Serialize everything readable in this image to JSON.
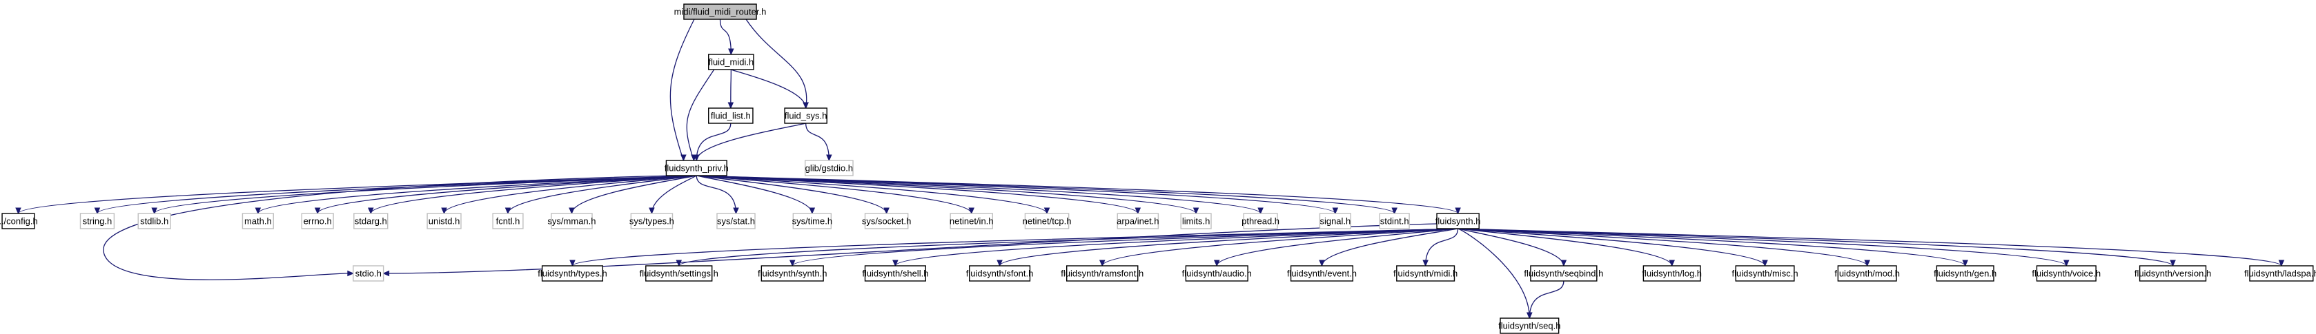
{
  "diagram": {
    "type": "include-dependency-graph",
    "colors": {
      "root_fill": "#bfbfbf",
      "node_fill": "#ffffff",
      "documented_border": "#000000",
      "undocumented_border": "#bfbfbf",
      "edge": "#191970"
    },
    "nodes": [
      {
        "id": "root",
        "label": "midi/fluid_midi_router.h",
        "style": "root"
      },
      {
        "id": "fluid_midi",
        "label": "fluid_midi.h",
        "style": "documented"
      },
      {
        "id": "fluid_list",
        "label": "fluid_list.h",
        "style": "documented"
      },
      {
        "id": "fluid_sys",
        "label": "fluid_sys.h",
        "style": "documented"
      },
      {
        "id": "glib_gstdio",
        "label": "glib/gstdio.h",
        "style": "external"
      },
      {
        "id": "fluidsynth_priv",
        "label": "fluidsynth_priv.h",
        "style": "documented"
      },
      {
        "id": "config",
        "label": "../config.h",
        "style": "documented"
      },
      {
        "id": "string",
        "label": "string.h",
        "style": "external"
      },
      {
        "id": "stdlib",
        "label": "stdlib.h",
        "style": "external"
      },
      {
        "id": "math",
        "label": "math.h",
        "style": "external"
      },
      {
        "id": "errno",
        "label": "errno.h",
        "style": "external"
      },
      {
        "id": "stdarg",
        "label": "stdarg.h",
        "style": "external"
      },
      {
        "id": "unistd",
        "label": "unistd.h",
        "style": "external"
      },
      {
        "id": "fcntl",
        "label": "fcntl.h",
        "style": "external"
      },
      {
        "id": "sys_mman",
        "label": "sys/mman.h",
        "style": "external"
      },
      {
        "id": "sys_types",
        "label": "sys/types.h",
        "style": "external"
      },
      {
        "id": "sys_stat",
        "label": "sys/stat.h",
        "style": "external"
      },
      {
        "id": "sys_time",
        "label": "sys/time.h",
        "style": "external"
      },
      {
        "id": "sys_socket",
        "label": "sys/socket.h",
        "style": "external"
      },
      {
        "id": "netinet_in",
        "label": "netinet/in.h",
        "style": "external"
      },
      {
        "id": "netinet_tcp",
        "label": "netinet/tcp.h",
        "style": "external"
      },
      {
        "id": "arpa_inet",
        "label": "arpa/inet.h",
        "style": "external"
      },
      {
        "id": "limits",
        "label": "limits.h",
        "style": "external"
      },
      {
        "id": "pthread",
        "label": "pthread.h",
        "style": "external"
      },
      {
        "id": "signal",
        "label": "signal.h",
        "style": "external"
      },
      {
        "id": "stdint",
        "label": "stdint.h",
        "style": "external"
      },
      {
        "id": "fluidsynth",
        "label": "fluidsynth.h",
        "style": "documented"
      },
      {
        "id": "stdio",
        "label": "stdio.h",
        "style": "external"
      },
      {
        "id": "fs_types",
        "label": "fluidsynth/types.h",
        "style": "documented"
      },
      {
        "id": "fs_settings",
        "label": "fluidsynth/settings.h",
        "style": "documented"
      },
      {
        "id": "fs_synth",
        "label": "fluidsynth/synth.h",
        "style": "documented"
      },
      {
        "id": "fs_shell",
        "label": "fluidsynth/shell.h",
        "style": "documented"
      },
      {
        "id": "fs_sfont",
        "label": "fluidsynth/sfont.h",
        "style": "documented"
      },
      {
        "id": "fs_ramsfont",
        "label": "fluidsynth/ramsfont.h",
        "style": "documented"
      },
      {
        "id": "fs_audio",
        "label": "fluidsynth/audio.h",
        "style": "documented"
      },
      {
        "id": "fs_event",
        "label": "fluidsynth/event.h",
        "style": "documented"
      },
      {
        "id": "fs_midi",
        "label": "fluidsynth/midi.h",
        "style": "documented"
      },
      {
        "id": "fs_seqbind",
        "label": "fluidsynth/seqbind.h",
        "style": "documented"
      },
      {
        "id": "fs_log",
        "label": "fluidsynth/log.h",
        "style": "documented"
      },
      {
        "id": "fs_misc",
        "label": "fluidsynth/misc.h",
        "style": "documented"
      },
      {
        "id": "fs_mod",
        "label": "fluidsynth/mod.h",
        "style": "documented"
      },
      {
        "id": "fs_gen",
        "label": "fluidsynth/gen.h",
        "style": "documented"
      },
      {
        "id": "fs_voice",
        "label": "fluidsynth/voice.h",
        "style": "documented"
      },
      {
        "id": "fs_version",
        "label": "fluidsynth/version.h",
        "style": "documented"
      },
      {
        "id": "fs_ladspa",
        "label": "fluidsynth/ladspa.h",
        "style": "documented"
      },
      {
        "id": "fs_seq",
        "label": "fluidsynth/seq.h",
        "style": "documented"
      }
    ],
    "edges": [
      [
        "root",
        "fluid_midi"
      ],
      [
        "root",
        "fluidsynth_priv"
      ],
      [
        "root",
        "fluid_sys"
      ],
      [
        "fluid_midi",
        "fluid_list"
      ],
      [
        "fluid_midi",
        "fluid_sys"
      ],
      [
        "fluid_midi",
        "fluidsynth_priv"
      ],
      [
        "fluid_list",
        "fluidsynth_priv"
      ],
      [
        "fluid_sys",
        "fluidsynth_priv"
      ],
      [
        "fluid_sys",
        "glib_gstdio"
      ],
      [
        "fluidsynth_priv",
        "config"
      ],
      [
        "fluidsynth_priv",
        "string"
      ],
      [
        "fluidsynth_priv",
        "stdlib"
      ],
      [
        "fluidsynth_priv",
        "stdio"
      ],
      [
        "fluidsynth_priv",
        "math"
      ],
      [
        "fluidsynth_priv",
        "errno"
      ],
      [
        "fluidsynth_priv",
        "stdarg"
      ],
      [
        "fluidsynth_priv",
        "unistd"
      ],
      [
        "fluidsynth_priv",
        "fcntl"
      ],
      [
        "fluidsynth_priv",
        "sys_mman"
      ],
      [
        "fluidsynth_priv",
        "sys_types"
      ],
      [
        "fluidsynth_priv",
        "sys_stat"
      ],
      [
        "fluidsynth_priv",
        "sys_time"
      ],
      [
        "fluidsynth_priv",
        "sys_socket"
      ],
      [
        "fluidsynth_priv",
        "netinet_in"
      ],
      [
        "fluidsynth_priv",
        "netinet_tcp"
      ],
      [
        "fluidsynth_priv",
        "arpa_inet"
      ],
      [
        "fluidsynth_priv",
        "limits"
      ],
      [
        "fluidsynth_priv",
        "pthread"
      ],
      [
        "fluidsynth_priv",
        "signal"
      ],
      [
        "fluidsynth_priv",
        "stdint"
      ],
      [
        "fluidsynth_priv",
        "fluidsynth"
      ],
      [
        "fluidsynth",
        "stdio"
      ],
      [
        "fluidsynth",
        "fs_types"
      ],
      [
        "fluidsynth",
        "fs_settings"
      ],
      [
        "fluidsynth",
        "fs_synth"
      ],
      [
        "fluidsynth",
        "fs_shell"
      ],
      [
        "fluidsynth",
        "fs_sfont"
      ],
      [
        "fluidsynth",
        "fs_ramsfont"
      ],
      [
        "fluidsynth",
        "fs_audio"
      ],
      [
        "fluidsynth",
        "fs_event"
      ],
      [
        "fluidsynth",
        "fs_midi"
      ],
      [
        "fluidsynth",
        "fs_seq"
      ],
      [
        "fluidsynth",
        "fs_seqbind"
      ],
      [
        "fluidsynth",
        "fs_log"
      ],
      [
        "fluidsynth",
        "fs_misc"
      ],
      [
        "fluidsynth",
        "fs_mod"
      ],
      [
        "fluidsynth",
        "fs_gen"
      ],
      [
        "fluidsynth",
        "fs_voice"
      ],
      [
        "fluidsynth",
        "fs_version"
      ],
      [
        "fluidsynth",
        "fs_ladspa"
      ],
      [
        "fs_seqbind",
        "fs_seq"
      ]
    ]
  }
}
